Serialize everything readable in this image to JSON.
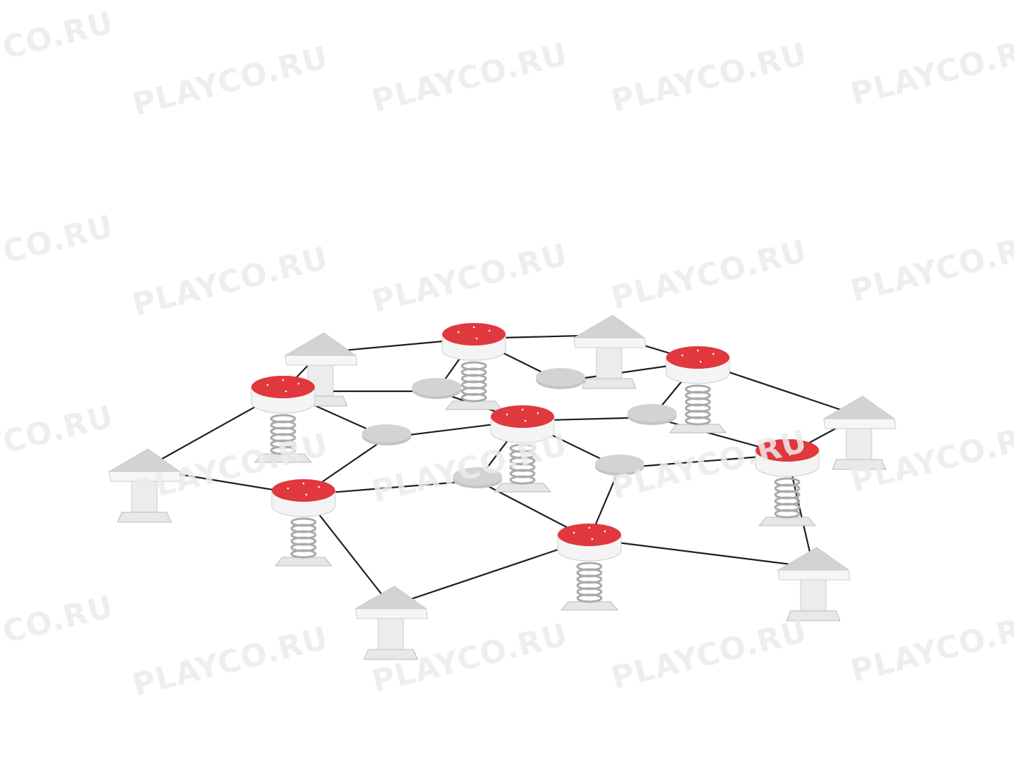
{
  "watermark": "PLAYCO.RU",
  "colors": {
    "red_top": "#e0383d",
    "gray_top": "#d3d3d3",
    "body": "#f4f4f4",
    "rope": "#1e1e1e"
  },
  "product": {
    "red_springs": 7,
    "gray_discs": 6,
    "triangle_seats": 6
  }
}
